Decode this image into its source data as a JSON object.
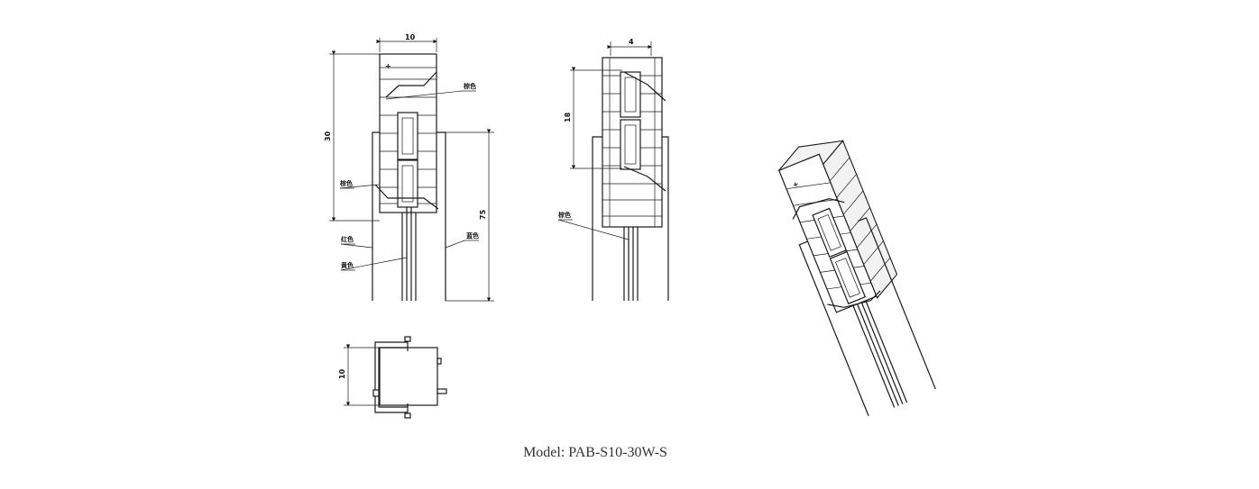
{
  "caption": "Model: PAB-S10-30W-S",
  "front_view": {
    "dim_width": "10",
    "dim_height": "30",
    "dim_lead": "75",
    "labels": [
      "棕色",
      "棕色",
      "红色",
      "黄色",
      "蓝色"
    ]
  },
  "side_view": {
    "dim_width": "4",
    "dim_height": "18",
    "labels": [
      "棕色"
    ]
  },
  "bottom_view": {
    "dim_height": "10"
  },
  "iso_view": {
    "polarity_mark": "+"
  }
}
